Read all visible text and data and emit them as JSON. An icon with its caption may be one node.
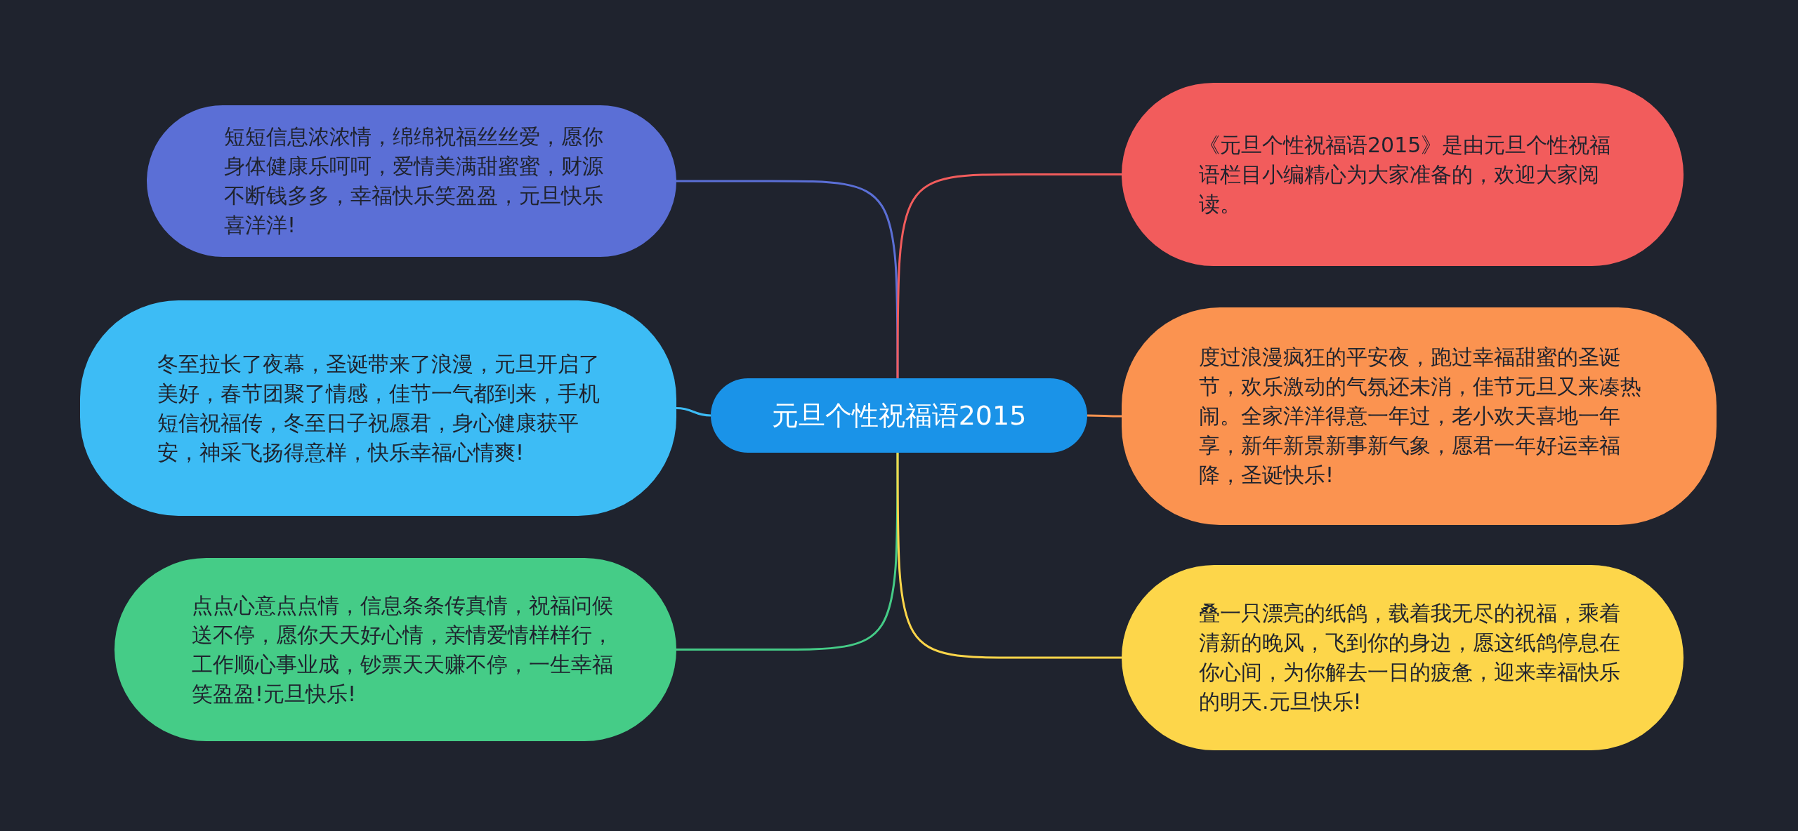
{
  "diagram": {
    "nodes": [
      {
        "text": [
          "元旦个性祝福语2015"
        ]
      },
      {
        "text": [
          "短短信息浓浓情，绵绵祝福丝丝爱，愿你身体健康乐呵呵，爱情美满甜蜜蜜，财源不断钱多多，幸福快乐笑盈盈，元旦快乐喜洋洋!"
        ]
      },
      {
        "text": [
          "冬至拉长了夜幕，圣诞带来了浪漫，元旦开启了美好，春节团聚了情感，佳节一气都到来，手机短信祝福传，冬至日子祝愿君，身心健康获平安，神采飞扬得意样，快乐幸福心情爽!"
        ]
      },
      {
        "text": [
          "点点心意点点情，信息条条传真情，祝福问候送不停，愿你天天好心情，亲情爱情样样行，工作顺心事业成，钞票天天赚不停，一生幸福笑盈盈!元旦快乐!"
        ]
      },
      {
        "text": [
          "《元旦个性祝福语2015》是由元旦个性祝福语栏目小编精心为大家准备的，欢迎大家阅读。"
        ]
      },
      {
        "text": [
          "度过浪漫疯狂的平安夜，跑过幸福甜蜜的圣诞节，欢乐激动的气氛还未消，佳节元旦又来凑热闹。全家洋洋得意一年过，老小欢天喜地一年享，新年新景新事新气象，愿君一年好运幸福降，圣诞快乐!"
        ]
      },
      {
        "text": [
          "叠一只漂亮的纸鸽，载着我无尽的祝福，乘着清新的晚风，飞到你的身边，愿这纸鸽停息在你心间，为你解去一日的疲惫，迎来幸福快乐的明天.元旦快乐!"
        ]
      }
    ],
    "edges": [
      {
        "from": 0,
        "to": 1,
        "arrow": "none",
        "color": "#5b6fd6"
      },
      {
        "from": 0,
        "to": 2,
        "arrow": "none",
        "color": "#3dbcf5"
      },
      {
        "from": 0,
        "to": 3,
        "arrow": "none",
        "color": "#45cc87"
      },
      {
        "from": 0,
        "to": 4,
        "arrow": "none",
        "color": "#f25c5c"
      },
      {
        "from": 0,
        "to": 5,
        "arrow": "none",
        "color": "#fb9350"
      },
      {
        "from": 0,
        "to": 6,
        "arrow": "none",
        "color": "#fdd64a"
      }
    ]
  }
}
